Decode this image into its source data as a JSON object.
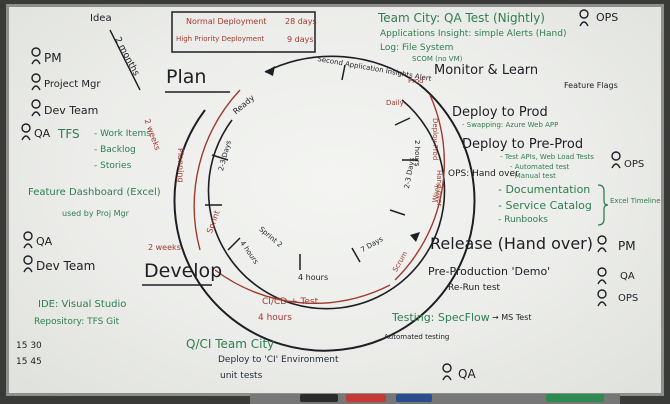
{
  "colors": {
    "black": "#1e1e24",
    "green": "#2e7d4f",
    "red": "#a03a2e",
    "board": "#ecedea"
  },
  "release_box": {
    "line1": "Normal Deployment",
    "dur1": "28 days",
    "line2": "High Priority Deployment",
    "dur2": "9 days"
  },
  "left": {
    "idea": "Idea",
    "idea_time": "2 months",
    "pm": "PM",
    "project_mgr": "Project Mgr",
    "dev_team": "Dev Team",
    "qa": "QA",
    "tfs": "TFS",
    "tfs_items": [
      "- Work Items",
      "- Backlog",
      "- Stories"
    ],
    "feature_dashboard": "Feature Dashboard (Excel)",
    "used_by": "used by Proj Mgr",
    "qa2": "QA",
    "dev_team2": "Dev Team",
    "ide": "IDE: Visual Studio",
    "repo": "Repository: TFS Git",
    "corner1": "15 30",
    "corner2": "15 45"
  },
  "cycle": {
    "plan": "Plan",
    "develop": "Develop",
    "monitor": "Monitor & Learn",
    "deploy_prod": "Deploy to Prod",
    "deploy_preprod": "Deploy to Pre-Prod",
    "release": "Release (Hand over)",
    "weeks2a": "2 weeks",
    "weeks2b": "2 weeks",
    "planning": "Planning",
    "sprint": "Sprint",
    "ready": "Ready",
    "hours4a": "4 hours",
    "hours4b": "4 hours",
    "hours4c": "4 hours",
    "ci_cd": "CI/CD + Test",
    "days23a": "2-3 Days",
    "days23b": "2-3 Days",
    "hours2": "2 hours",
    "days7": "7 Days",
    "week": "Week",
    "daily": "Daily",
    "sprint2": "Sprint 2",
    "scrum": "Scrum",
    "sec_note": "Second Application Insights Alert",
    "handover": "Hand over",
    "prod": "Prod",
    "deploy_note": "Deploy Prod"
  },
  "right": {
    "team_city": "Team City: QA Test (Nightly)",
    "ops": "OPS",
    "app_insights": "Applications Insight: simple Alerts (Hand)",
    "log": "Log: File System",
    "scom": "SCOM (no VM)",
    "feature_flags": "Feature Flags",
    "prod_note": "- Swapping: Azure Web APP",
    "preprod_notes": [
      "- Test APIs, Web Load Tests",
      "- Automated test",
      "- Manual test"
    ],
    "ops_handover": "OPS: Hand over",
    "ops2": "OPS",
    "docs": "- Documentation",
    "catalog": "- Service Catalog",
    "runbooks": "- Runbooks",
    "excel": "Excel Timeline",
    "pm": "PM",
    "qa": "QA",
    "ops3": "OPS",
    "preprod_demo": "Pre-Production 'Demo'",
    "rerun": "Re-Run test",
    "testing": "Testing: SpecFlow",
    "ms_test": "→ MS Test",
    "automated": "Automated testing",
    "qa_bottom": "QA",
    "ci_team_city": "Q/CI Team City",
    "deploy_ci": "Deploy to 'CI' Environment",
    "unit_tests": "unit tests"
  }
}
